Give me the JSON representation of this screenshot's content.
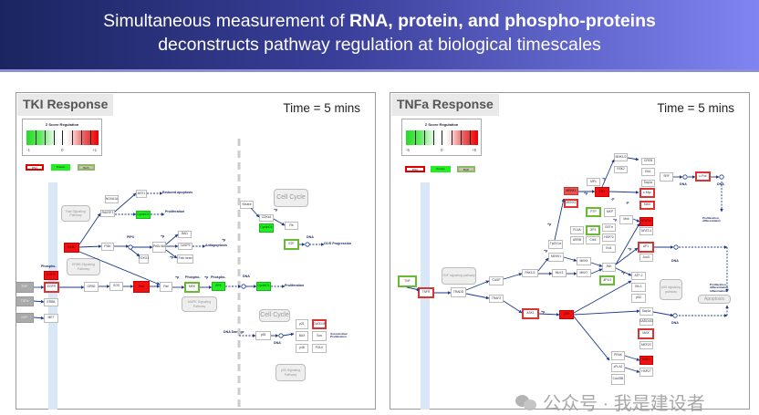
{
  "header": {
    "line1_pre": "Simultaneous measurement of ",
    "line1_bold": "RNA, protein, and phospho-proteins",
    "line2": "deconstructs pathway regulation at biological timescales"
  },
  "colors": {
    "up": "#ee1111",
    "down": "#22ee22",
    "header_start": "#1b2560",
    "header_end": "#7f84f2"
  },
  "tki": {
    "title": "TKI Response",
    "time": "Time = 5 mins",
    "legend": {
      "title": "Z Score Regulation",
      "min": "-1",
      "mid": "0",
      "max": "+1",
      "tags": [
        "RNA",
        "Protein",
        "Both"
      ]
    },
    "nodes": [
      {
        "label": "NOXA1A",
        "style": "plain"
      },
      {
        "label": "MST1",
        "style": "plain"
      },
      {
        "label": "RASSF1",
        "style": "plain"
      },
      {
        "label": "CyclinD1",
        "style": "green"
      },
      {
        "label": "BAD",
        "style": "plain"
      },
      {
        "label": "PI3K",
        "style": "plain"
      },
      {
        "label": "PKB/ Akt",
        "style": "plain"
      },
      {
        "label": "CASP9",
        "style": "plain"
      },
      {
        "label": "ErbB2",
        "style": "red"
      },
      {
        "label": "FOXO1",
        "style": "plain"
      },
      {
        "label": "Fork head",
        "style": "plain"
      },
      {
        "label": "EGFR",
        "style": "red"
      },
      {
        "label": "EGFR",
        "style": "redb"
      },
      {
        "label": "EGF",
        "style": "gray"
      },
      {
        "label": "TGFa",
        "style": "gray"
      },
      {
        "label": "HGF",
        "style": "gray"
      },
      {
        "label": "ERBB",
        "style": "plain"
      },
      {
        "label": "MET",
        "style": "plain"
      },
      {
        "label": "GRB2",
        "style": "plain"
      },
      {
        "label": "SOS",
        "style": "plain"
      },
      {
        "label": "Ras",
        "style": "red"
      },
      {
        "label": "Raf",
        "style": "plain"
      },
      {
        "label": "MEK",
        "style": "greenb"
      },
      {
        "label": "ERK",
        "style": "green"
      },
      {
        "label": "CyclinD1",
        "style": "green"
      },
      {
        "label": "p21",
        "style": "plain"
      },
      {
        "label": "GADD45",
        "style": "redb"
      },
      {
        "label": "BAX",
        "style": "plain"
      },
      {
        "label": "Sos",
        "style": "plain"
      },
      {
        "label": "p48",
        "style": "plain"
      },
      {
        "label": "POLK",
        "style": "plain"
      },
      {
        "label": "p53",
        "style": "plain"
      },
      {
        "label": "Kinase",
        "style": "plain"
      },
      {
        "label": "CDKs4",
        "style": "plain"
      },
      {
        "label": "CyclinD1",
        "style": "green"
      },
      {
        "label": "Rb",
        "style": "plain"
      },
      {
        "label": "E2F",
        "style": "greenb"
      }
    ],
    "pathways": [
      "Ras Signaling Pathway",
      "ERBB Signaling Pathway",
      "MAPK Signaling Pathway",
      "Cell Cycle",
      "Cell Cycle",
      "p53 Signaling Pathway"
    ],
    "labels": [
      "Reduced apoptosis",
      "Proliferation",
      "Antiapoptosis",
      "PIP3",
      "Phospho-",
      "Phospho-",
      "Phospho-",
      "DNA",
      "Proliferation",
      "DNA Damage",
      "DNA",
      "Uncontrolled Proliferation",
      "G1/S Progression",
      "DNA",
      "+p",
      "+p",
      "+p",
      "+p",
      "+p",
      "+p"
    ]
  },
  "tnf": {
    "title": "TNFa Response",
    "time": "Time = 5 mins",
    "legend": {
      "title": "Z Score Regulation",
      "min": "-5",
      "mid": "0",
      "max": "+5",
      "tags": [
        "RNA",
        "Protein",
        "Both"
      ]
    },
    "nodes": [
      {
        "label": "MNK1/2",
        "style": "plain"
      },
      {
        "label": "CREB",
        "style": "plain"
      },
      {
        "label": "RSK2",
        "style": "plain"
      },
      {
        "label": "Elk1",
        "style": "plain"
      },
      {
        "label": "SRF",
        "style": "plain"
      },
      {
        "label": "c-Fos",
        "style": "redb"
      },
      {
        "label": "Sap1a",
        "style": "plain"
      },
      {
        "label": "MP1",
        "style": "plain"
      },
      {
        "label": "MEKK1",
        "style": "redl"
      },
      {
        "label": "MEKK2",
        "style": "redb"
      },
      {
        "label": "ERK",
        "style": "red"
      },
      {
        "label": "c-Myc",
        "style": "redb"
      },
      {
        "label": "MAX",
        "style": "redb"
      },
      {
        "label": "PTP",
        "style": "greenb"
      },
      {
        "label": "MKP",
        "style": "plain"
      },
      {
        "label": "Mnk",
        "style": "plain"
      },
      {
        "label": "NFATc2",
        "style": "red"
      },
      {
        "label": "NFAT-4",
        "style": "plain"
      },
      {
        "label": "FLNA",
        "style": "plain"
      },
      {
        "label": "JIP3",
        "style": "greenb"
      },
      {
        "label": "GSTπ",
        "style": "plain"
      },
      {
        "label": "ARRB",
        "style": "plain"
      },
      {
        "label": "CrkII",
        "style": "plain"
      },
      {
        "label": "HSP72",
        "style": "plain"
      },
      {
        "label": "Tpl2/Cot",
        "style": "plain"
      },
      {
        "label": "Evi1",
        "style": "plain"
      },
      {
        "label": "AP1",
        "style": "redb"
      },
      {
        "label": "MEKK1",
        "style": "plain"
      },
      {
        "label": "MKK4",
        "style": "plain"
      },
      {
        "label": "JNK",
        "style": "plain"
      },
      {
        "label": "JunD",
        "style": "plain"
      },
      {
        "label": "PAK1/2",
        "style": "plain"
      },
      {
        "label": "MLK3",
        "style": "plain"
      },
      {
        "label": "MKK7",
        "style": "plain"
      },
      {
        "label": "JIP1/2",
        "style": "greenb"
      },
      {
        "label": "ATF-2",
        "style": "plain"
      },
      {
        "label": "Elk-1",
        "style": "plain"
      },
      {
        "label": "p53",
        "style": "plain"
      },
      {
        "label": "TNF",
        "style": "greenb"
      },
      {
        "label": "TNFR",
        "style": "redb"
      },
      {
        "label": "TRADD",
        "style": "plain"
      },
      {
        "label": "CASP",
        "style": "plain"
      },
      {
        "label": "TRAF2",
        "style": "plain"
      },
      {
        "label": "ASK1",
        "style": "redb"
      },
      {
        "label": "p38",
        "style": "red"
      },
      {
        "label": "Sap1a",
        "style": "plain"
      },
      {
        "label": "GADD153",
        "style": "plain"
      },
      {
        "label": "MAX",
        "style": "redb"
      },
      {
        "label": "MEF2C",
        "style": "plain"
      },
      {
        "label": "PRAK",
        "style": "plain"
      },
      {
        "label": "MSK1",
        "style": "red"
      },
      {
        "label": "cPLA2",
        "style": "plain"
      },
      {
        "label": "Cdc25B",
        "style": "plain"
      },
      {
        "label": "HSP27",
        "style": "plain"
      }
    ],
    "pathways": [
      "TNF signaling pathway",
      "p53 signaling pathway",
      "Apoptosis"
    ],
    "labels": [
      "DNA",
      "DNA",
      "Proliferation, differentiation",
      "DNA",
      "DNA",
      "Proliferation, differentiation, inflammation",
      "+p",
      "+p",
      "+p",
      "+p",
      "+p",
      "+p",
      "+p",
      "+p",
      "-p",
      "-p"
    ]
  },
  "watermark": "公众号 · 我是建设者"
}
